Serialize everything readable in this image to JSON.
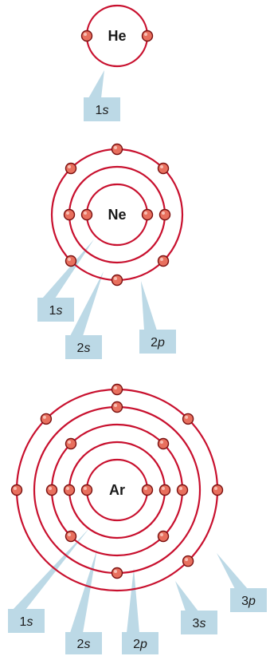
{
  "colors": {
    "shell": "#c8102e",
    "electron_fill": "#e8705e",
    "electron_stroke": "#7a1010",
    "callout": "#bcd9e6",
    "text": "#1a1a1a"
  },
  "atoms": [
    {
      "symbol": "He",
      "shells": [
        {
          "name": "1s",
          "electrons": 2
        }
      ],
      "labels": [
        {
          "n": "1",
          "orbital": "s"
        }
      ]
    },
    {
      "symbol": "Ne",
      "shells": [
        {
          "name": "1s",
          "electrons": 2
        },
        {
          "name": "2s",
          "electrons": 2
        },
        {
          "name": "2p",
          "electrons": 6
        }
      ],
      "labels": [
        {
          "n": "1",
          "orbital": "s"
        },
        {
          "n": "2",
          "orbital": "s"
        },
        {
          "n": "2",
          "orbital": "p"
        }
      ]
    },
    {
      "symbol": "Ar",
      "shells": [
        {
          "name": "1s",
          "electrons": 2
        },
        {
          "name": "2s",
          "electrons": 2
        },
        {
          "name": "2p",
          "electrons": 6
        },
        {
          "name": "3s",
          "electrons": 2
        },
        {
          "name": "3p",
          "electrons": 6
        }
      ],
      "labels": [
        {
          "n": "1",
          "orbital": "s"
        },
        {
          "n": "2",
          "orbital": "s"
        },
        {
          "n": "2",
          "orbital": "p"
        },
        {
          "n": "3",
          "orbital": "s"
        },
        {
          "n": "3",
          "orbital": "p"
        }
      ]
    }
  ]
}
